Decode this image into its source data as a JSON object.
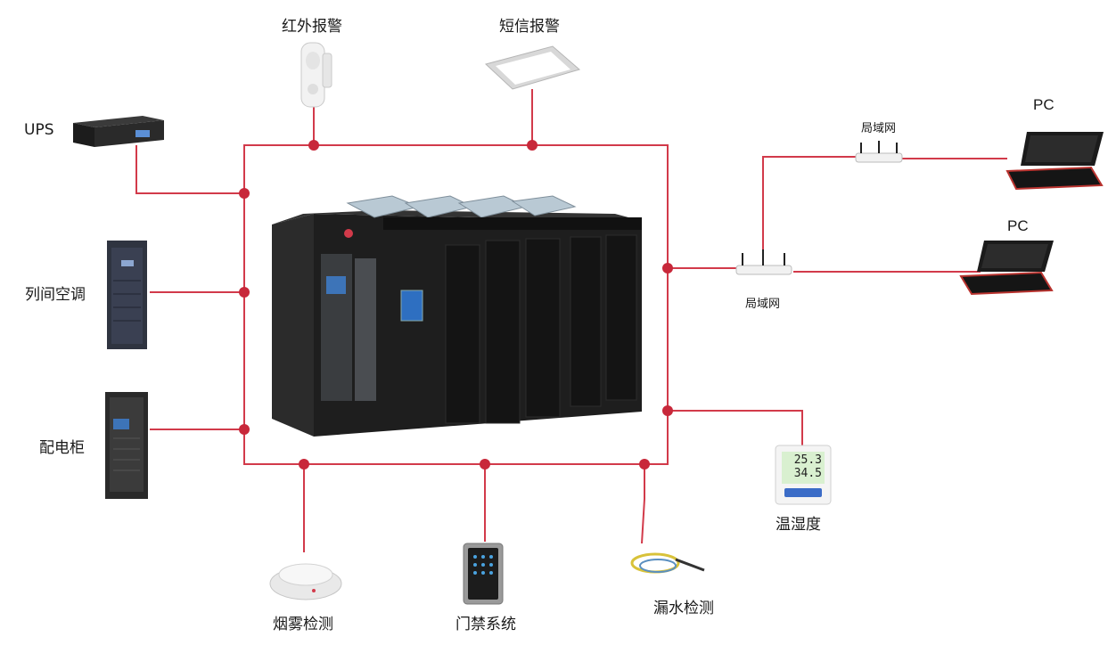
{
  "labels": {
    "infrared_alarm": "红外报警",
    "sms_alarm": "短信报警",
    "ups": "UPS",
    "row_ac": "列间空调",
    "power_cabinet": "配电柜",
    "smoke_detection": "烟雾检测",
    "access_control": "门禁系统",
    "leak_detection": "漏水检测",
    "temp_humidity": "温湿度",
    "lan_top": "局域网",
    "lan_bottom": "局域网",
    "pc_top": "PC",
    "pc_bottom": "PC"
  },
  "thermo_display": {
    "temperature": "25.3",
    "humidity": "34.5"
  },
  "colors": {
    "line": "#d23a4a",
    "node": "#c8283a",
    "cabinet": "#222222"
  }
}
